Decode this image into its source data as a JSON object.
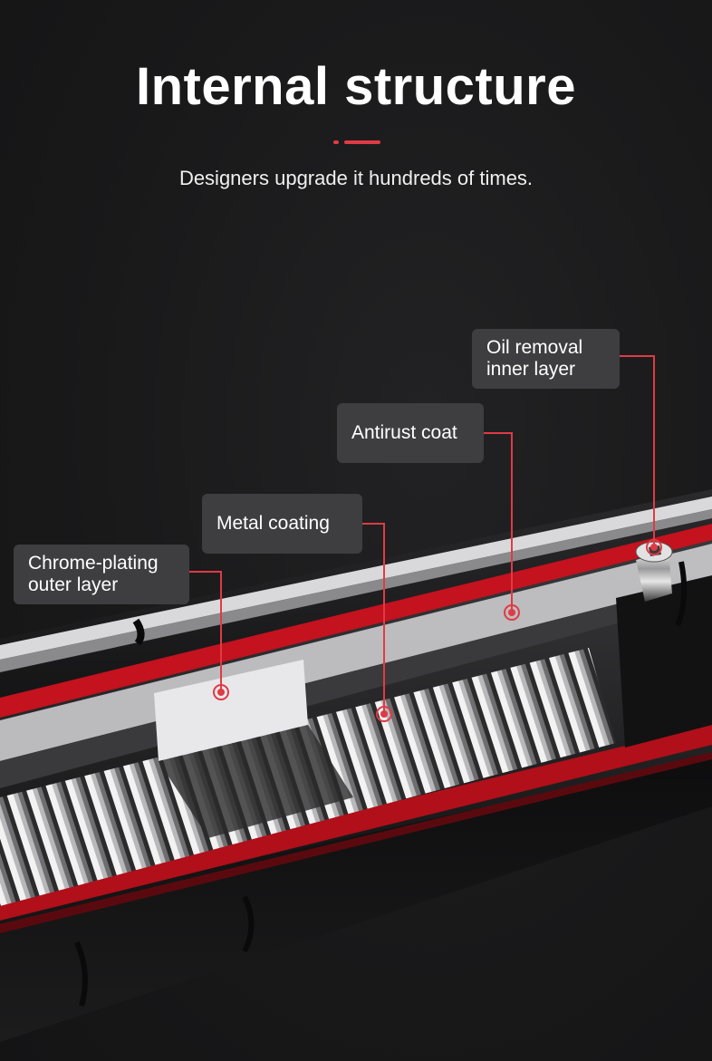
{
  "header": {
    "title": "Internal structure",
    "subtitle": "Designers upgrade it hundreds of times."
  },
  "callouts": [
    {
      "id": "chrome",
      "lines": [
        "Chrome-plating",
        "outer layer"
      ]
    },
    {
      "id": "metal",
      "lines": [
        "Metal coating"
      ]
    },
    {
      "id": "antirust",
      "lines": [
        "Antirust coat"
      ]
    },
    {
      "id": "oil",
      "lines": [
        "Oil removal",
        "inner layer"
      ]
    }
  ],
  "colors": {
    "accent": "#e03a45",
    "callout_bg": "#3e3e40",
    "background": "#1a1a1b"
  }
}
